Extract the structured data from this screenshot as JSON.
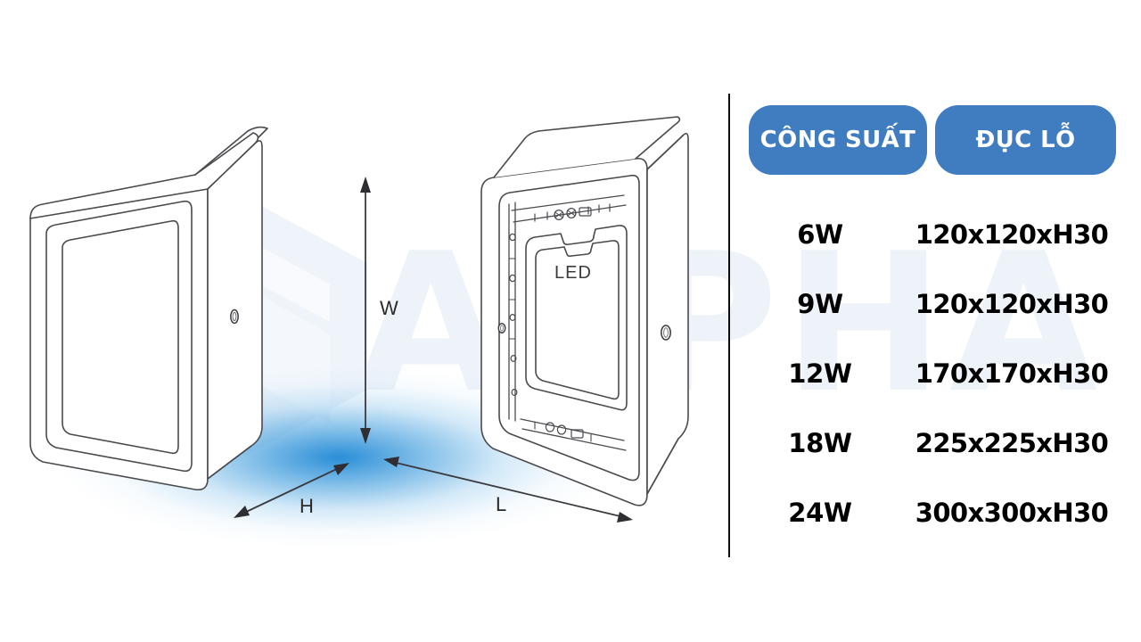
{
  "background": {
    "watermark_text": "ALPHA",
    "watermark_color": "#eef3fa",
    "glow_color": "#1784d3"
  },
  "illustration": {
    "led_label": "LED",
    "dimension_labels": {
      "height_vertical": "W",
      "depth_diagonal": "H",
      "length_diagonal": "L"
    }
  },
  "table": {
    "headers": {
      "power": "CÔNG SUẤT",
      "cutout": "ĐỤC LỖ"
    },
    "header_bg": "#3f7cc0",
    "header_text_color": "#ffffff",
    "rows": [
      {
        "power": "6W",
        "cutout": "120x120xH30"
      },
      {
        "power": "9W",
        "cutout": "120x120xH30"
      },
      {
        "power": "12W",
        "cutout": "170x170xH30"
      },
      {
        "power": "18W",
        "cutout": "225x225xH30"
      },
      {
        "power": "24W",
        "cutout": "300x300xH30"
      }
    ]
  },
  "chart_data": {
    "type": "table",
    "title": "",
    "columns": [
      "CÔNG SUẤT",
      "ĐỤC LỖ"
    ],
    "rows": [
      [
        "6W",
        "120x120xH30"
      ],
      [
        "9W",
        "120x120xH30"
      ],
      [
        "12W",
        "170x170xH30"
      ],
      [
        "18W",
        "225x225xH30"
      ],
      [
        "24W",
        "300x300xH30"
      ]
    ]
  }
}
